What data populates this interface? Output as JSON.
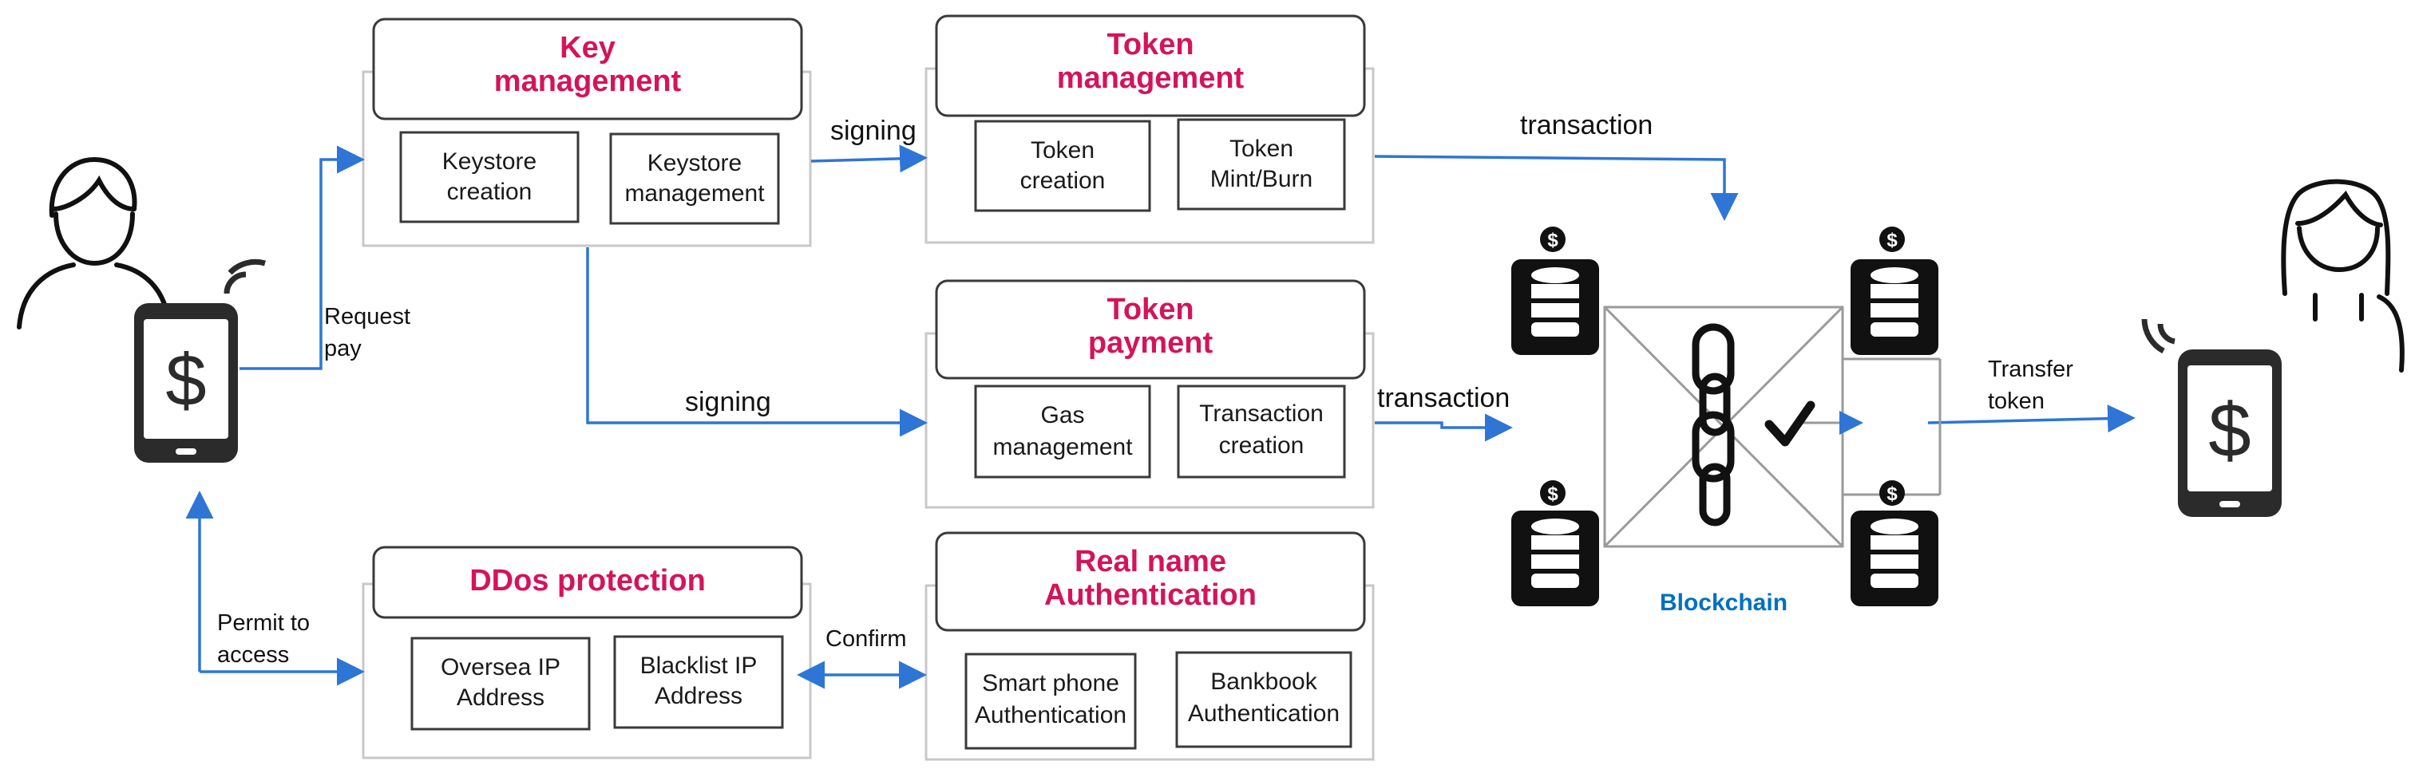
{
  "modules": {
    "key": {
      "title": [
        "Key",
        "management"
      ],
      "subs": [
        [
          "Keystore",
          "creation"
        ],
        [
          "Keystore",
          "management"
        ]
      ]
    },
    "token_mgmt": {
      "title": [
        "Token",
        "management"
      ],
      "subs": [
        [
          "Token",
          "creation"
        ],
        [
          "Token",
          "Mint/Burn"
        ]
      ]
    },
    "token_pay": {
      "title": [
        "Token",
        "payment"
      ],
      "subs": [
        [
          "Gas",
          "management"
        ],
        [
          "Transaction",
          "creation"
        ]
      ]
    },
    "ddos": {
      "title": [
        "DDos protection"
      ],
      "subs": [
        [
          "Oversea IP",
          "Address"
        ],
        [
          "Blacklist IP",
          "Address"
        ]
      ]
    },
    "realname": {
      "title": [
        "Real name",
        "Authentication"
      ],
      "subs": [
        [
          "Smart phone",
          "Authentication"
        ],
        [
          "Bankbook",
          "Authentication"
        ]
      ]
    }
  },
  "flows": {
    "request_pay": [
      "Request",
      "pay"
    ],
    "signing_top": "signing",
    "signing_mid": "signing",
    "transaction_top": "transaction",
    "transaction_mid": "transaction",
    "permit": [
      "Permit to",
      "access"
    ],
    "confirm": "Confirm",
    "transfer": [
      "Transfer",
      "token"
    ]
  },
  "blockchain": {
    "label": "Blockchain",
    "label_color": "#0070c0"
  },
  "icons": {
    "user": "person-icon",
    "phone": "smartphone-dollar-icon",
    "node": "database-coin-icon",
    "chain": "chain-link-icon",
    "check": "checkmark-icon"
  },
  "colors": {
    "title": "#d4145a",
    "arrow": "#2e75d6"
  }
}
